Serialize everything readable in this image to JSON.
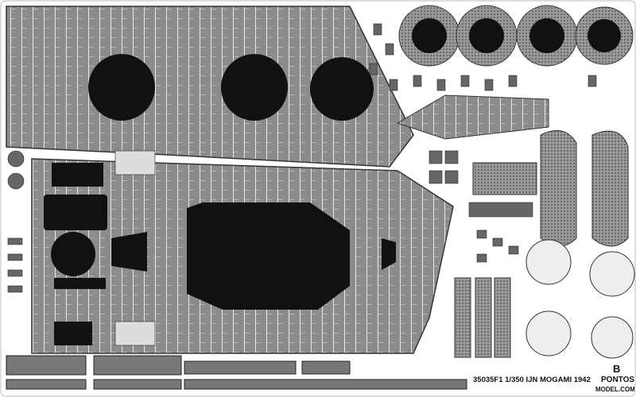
{
  "sheet": {
    "product_code_title": "35035F1 1/350 IJN MOGAMI 1942",
    "sheet_letter": "B",
    "brand": "PONTOS",
    "website": "MODEL.COM"
  },
  "colors": {
    "metal": "#8a8a8a",
    "metal_dark": "#4a4a4a",
    "cutout": "#111111",
    "background": "#ffffff"
  }
}
